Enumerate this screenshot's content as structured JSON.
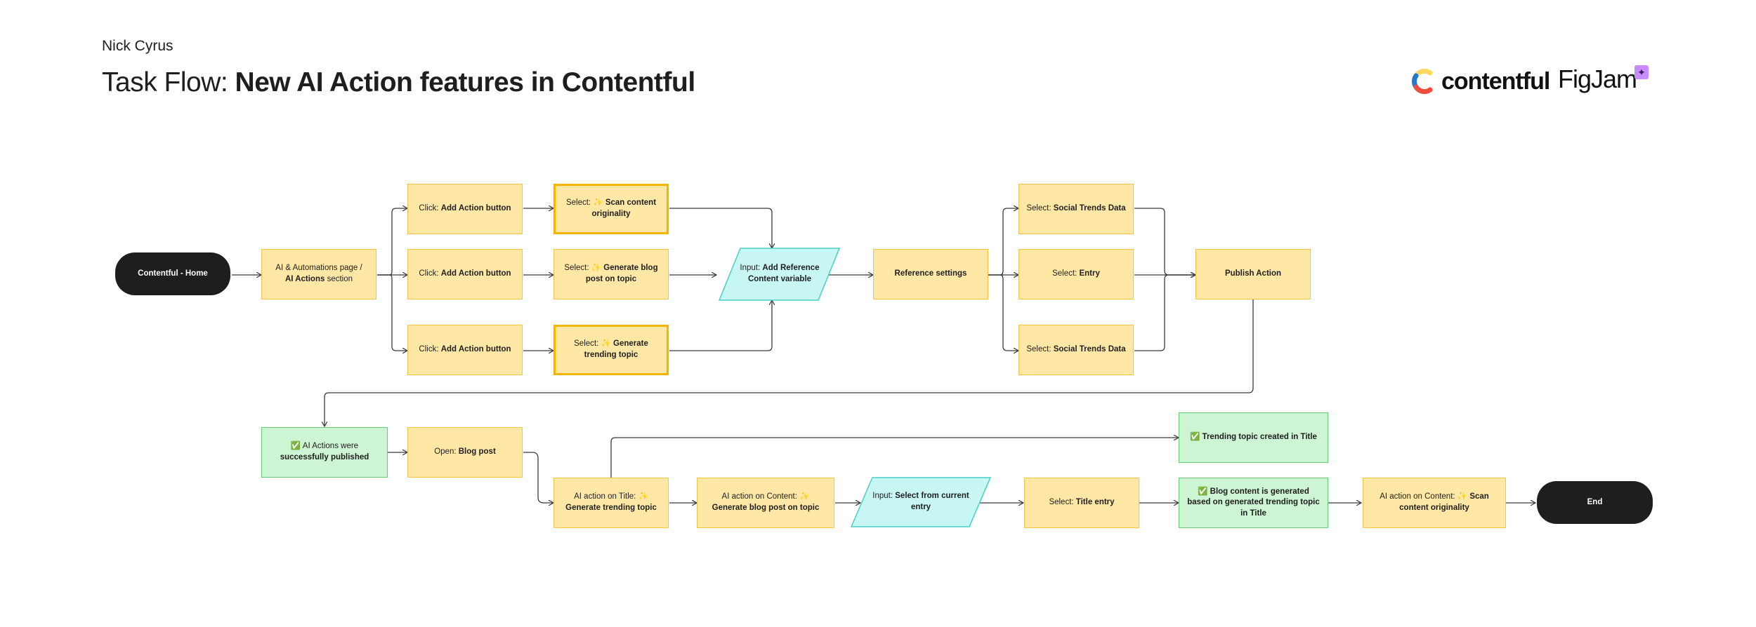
{
  "author": "Nick Cyrus",
  "title_prefix": "Task Flow: ",
  "title_bold": "New AI Action features in Contentful",
  "logos": {
    "contentful": "contentful",
    "figjam": "FigJam"
  },
  "colors": {
    "yellow": "#ffe8a6",
    "yellow_border": "#f6c343",
    "green": "#cdf4d3",
    "cyan": "#c8f7f3",
    "terminal": "#1e1e1e"
  },
  "nodes": {
    "home": {
      "b": "Contentful - Home"
    },
    "ai_page": {
      "t1": "AI & Automations page /",
      "b": "AI Actions",
      "t2": " section"
    },
    "click1": {
      "t": "Click: ",
      "b": "Add Action button"
    },
    "click2": {
      "t": "Click: ",
      "b": "Add Action button"
    },
    "click3": {
      "t": "Click: ",
      "b": "Add Action button"
    },
    "sel_scan": {
      "t": "Select: ✨ ",
      "b": "Scan content originality"
    },
    "sel_blog": {
      "t": "Select: ✨ ",
      "b": "Generate blog post on topic"
    },
    "sel_trend": {
      "t": "Select: ✨ ",
      "b": "Generate trending topic"
    },
    "input_ref": {
      "t": "Input: ",
      "b": "Add Reference Content variable"
    },
    "ref_settings": {
      "b": "Reference settings"
    },
    "sel_social1": {
      "t": "Select: ",
      "b": "Social Trends Data"
    },
    "sel_entry": {
      "t": "Select: ",
      "b": "Entry"
    },
    "sel_social2": {
      "t": "Select: ",
      "b": "Social Trends Data"
    },
    "publish": {
      "b": "Publish Action"
    },
    "published": {
      "t": "✅ AI Actions were ",
      "b": "successfully published"
    },
    "open_blog": {
      "t": "Open: ",
      "b": "Blog post"
    },
    "ai_title": {
      "t": "AI action on Title: ✨ ",
      "b": "Generate trending topic"
    },
    "trending_created": {
      "b": "✅ Trending topic created in Title"
    },
    "ai_content_blog": {
      "t": "AI action on Content: ✨ ",
      "b": "Generate blog post on topic"
    },
    "input_select": {
      "t": "Input: ",
      "b": "Select from current entry"
    },
    "sel_title": {
      "t": "Select: ",
      "b": "Title entry"
    },
    "blog_generated": {
      "b": "✅ Blog content is generated based on generated trending topic in Title"
    },
    "ai_content_scan": {
      "t": "AI action on Content: ✨ ",
      "b": "Scan content originality"
    },
    "end": {
      "b": "End"
    }
  }
}
